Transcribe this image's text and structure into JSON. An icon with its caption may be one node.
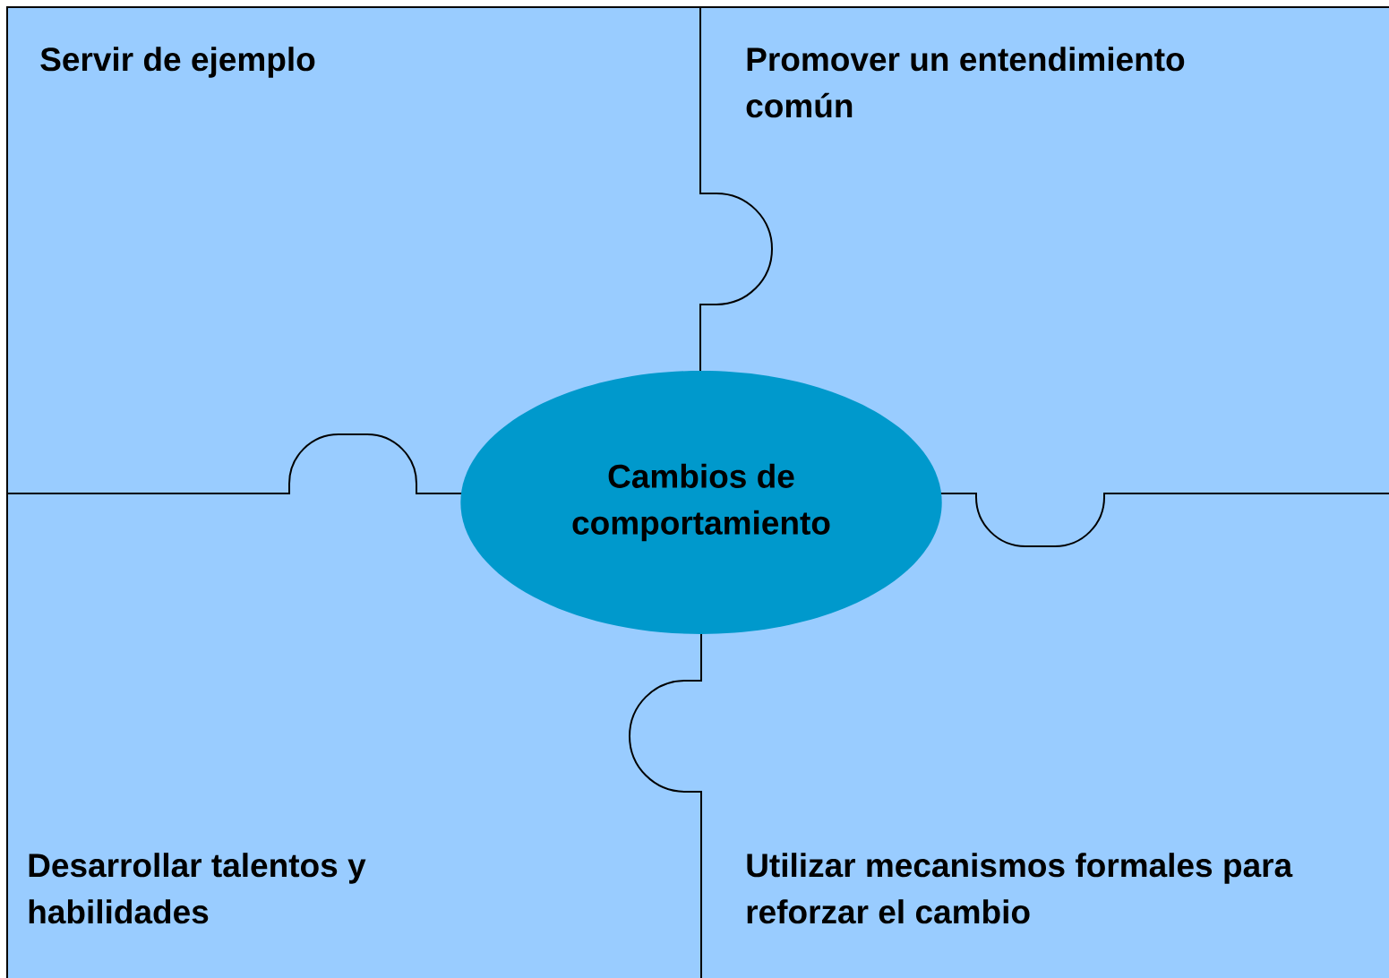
{
  "diagram": {
    "nodes": [
      {
        "text": [
          "Servir de ejemplo"
        ]
      },
      {
        "text": [
          "Promover un entendimiento común"
        ]
      },
      {
        "text": [
          "Desarrollar talentos y habilidades"
        ]
      },
      {
        "text": [
          "Utilizar mecanismos formales para reforzar el cambio"
        ]
      },
      {
        "text": [
          "Cambios de comportamiento"
        ]
      }
    ]
  }
}
